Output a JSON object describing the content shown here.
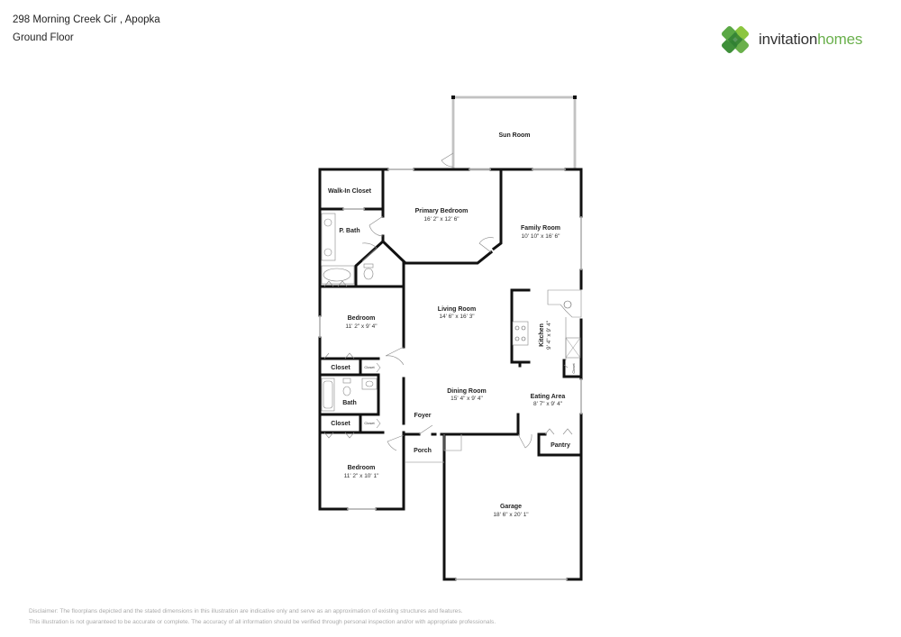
{
  "header": {
    "address": "298 Morning Creek Cir , Apopka",
    "floor": "Ground Floor"
  },
  "logo": {
    "part1": "invitation",
    "part2": "homes",
    "colors": {
      "dark_green": "#3f8f3a",
      "light_green": "#8cc63f",
      "text": "#333333"
    }
  },
  "rooms": {
    "sun_room": {
      "name": "Sun Room"
    },
    "walk_in_closet": {
      "name": "Walk-In Closet"
    },
    "primary_bedroom": {
      "name": "Primary Bedroom",
      "dims": "16' 2\" x 12' 6\""
    },
    "p_bath": {
      "name": "P. Bath"
    },
    "family_room": {
      "name": "Family Room",
      "dims": "10' 10\" x 16' 6\""
    },
    "bedroom_1": {
      "name": "Bedroom",
      "dims": "11' 2\" x 9' 4\""
    },
    "living_room": {
      "name": "Living Room",
      "dims": "14' 6\" x 16' 3\""
    },
    "kitchen": {
      "name": "Kitchen",
      "dims": "9' 4\" x 9' 4\""
    },
    "closet_1": {
      "name": "Closet"
    },
    "closet_small_1": {
      "name": "Closet"
    },
    "bath": {
      "name": "Bath"
    },
    "dining_room": {
      "name": "Dining Room",
      "dims": "15' 4\" x 9' 4\""
    },
    "eating_area": {
      "name": "Eating Area",
      "dims": "8' 7\" x 9' 4\""
    },
    "kitchen_closet": {
      "name": "Closet"
    },
    "closet_2": {
      "name": "Closet"
    },
    "closet_small_2": {
      "name": "Closet"
    },
    "foyer": {
      "name": "Foyer"
    },
    "porch": {
      "name": "Porch"
    },
    "pantry": {
      "name": "Pantry"
    },
    "bedroom_2": {
      "name": "Bedroom",
      "dims": "11' 2\" x 10' 1\""
    },
    "garage": {
      "name": "Garage",
      "dims": "18' 6\" x 20' 1\""
    }
  },
  "disclaimer": {
    "line1": "Disclaimer: The floorplans depicted and the stated dimensions in this illustration are indicative only and serve as an approximation of existing structures and features.",
    "line2": "This illustration is not guaranteed to be accurate or complete. The accuracy of all information should be verified through personal inspection and/or with appropriate professionals."
  }
}
